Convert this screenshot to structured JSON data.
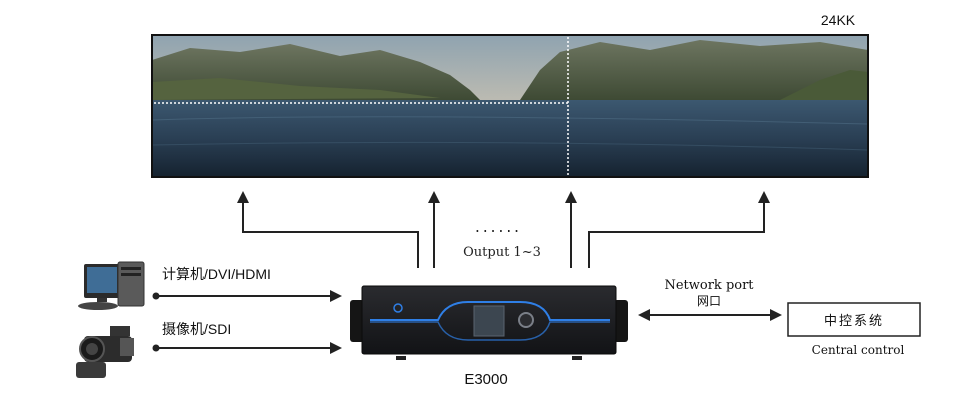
{
  "screen": {
    "resolution_label": "24KK"
  },
  "processor": {
    "model_label": "E3000",
    "face_text_left": "",
    "face_text_right": ""
  },
  "outputs": {
    "label": "Output 1~3",
    "ellipsis": "......"
  },
  "inputs": [
    {
      "label": "计算机/DVI/HDMI",
      "icon": "desktop-computer-icon"
    },
    {
      "label": "摄像机/SDI",
      "icon": "video-camera-icon"
    }
  ],
  "network": {
    "label_en": "Network port",
    "label_cn": "网口"
  },
  "control": {
    "box_label": "中控系统",
    "caption": "Central control"
  },
  "colors": {
    "accent": "#2f7fe6",
    "device_body": "#1c1d20",
    "line": "#222222"
  }
}
